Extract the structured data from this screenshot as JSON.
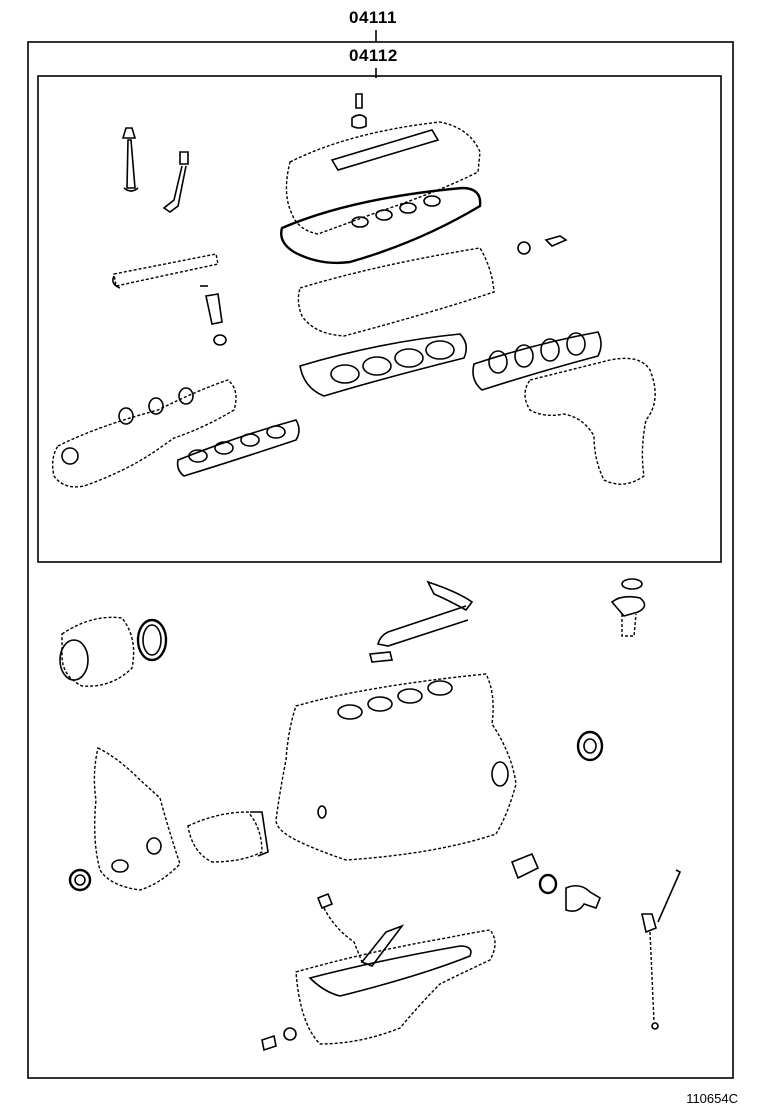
{
  "assembly_labels": {
    "outer_kit": "04111",
    "inner_kit": "04112"
  },
  "figure_code": "110654C",
  "colors": {
    "line": "#000000",
    "background": "#ffffff"
  }
}
